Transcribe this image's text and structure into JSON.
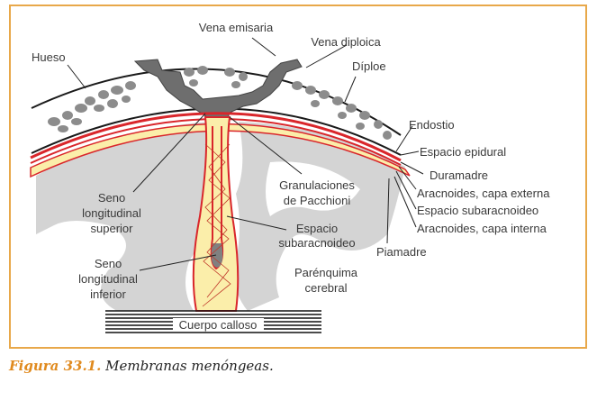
{
  "figure": {
    "number_label": "Figura 33.1.",
    "caption_text": "Membranas menóngeas.",
    "accent_color": "#e08a1e",
    "frame_color": "#e8a84a"
  },
  "labels": {
    "vena_emisaria": "Vena emisaria",
    "vena_diploica": "Vena diploica",
    "hueso": "Hueso",
    "diploe": "Díploe",
    "endostio": "Endostio",
    "espacio_epidural": "Espacio epidural",
    "duramadre": "Duramadre",
    "aracnoides_externa": "Aracnoides, capa externa",
    "espacio_subaracnoideo_right": "Espacio subaracnoideo",
    "aracnoides_interna": "Aracnoides, capa interna",
    "piamadre": "Piamadre",
    "granulaciones_1": "Granulaciones",
    "granulaciones_2": "de Pacchioni",
    "espacio_sub_1": "Espacio",
    "espacio_sub_2": "subaracnoideo",
    "parenquima_1": "Parénquima",
    "parenquima_2": "cerebral",
    "seno_sup_1": "Seno",
    "seno_sup_2": "longitudinal",
    "seno_sup_3": "superior",
    "seno_inf_1": "Seno",
    "seno_inf_2": "longitudinal",
    "seno_inf_3": "inferior",
    "cuerpo_calloso": "Cuerpo calloso"
  },
  "colors": {
    "bone": "#ffffff",
    "diploe_cells": "#8a8a8a",
    "vein": "#6b6b6b",
    "dura_red": "#d9262b",
    "arachnoid_fill": "#fbeeaa",
    "web_lines": "#c0392b",
    "brain_gray": "#d6d6d6"
  }
}
